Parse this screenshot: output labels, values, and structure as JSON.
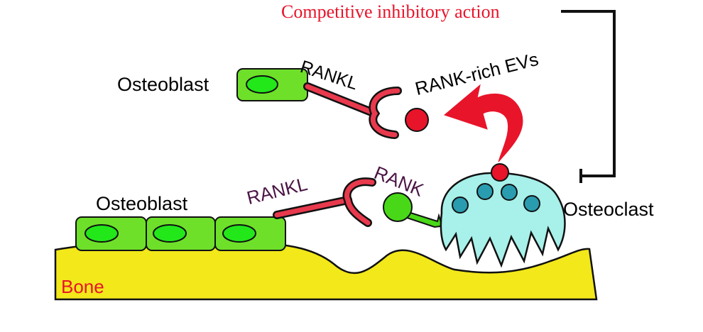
{
  "labels": {
    "title": "Competitive inhibitory action",
    "osteoblast_top": "Osteoblast",
    "rankl_top": "RANKL",
    "rank_rich_evs": "RANK-rich EVs",
    "osteoblast_bottom": "Osteoblast",
    "rankl_bottom": "RANKL",
    "rank": "RANK",
    "osteoclast": "Osteoclast",
    "bone": "Bone"
  },
  "colors": {
    "title_red": "#e8142a",
    "cell_green": "#6ee02a",
    "nucleus_green": "#22e81a",
    "receptor_red": "#e8394d",
    "rank_green": "#48d818",
    "vesicle_red": "#e8142a",
    "osteoclast_cyan": "#a8f0ea",
    "osteoclast_nucleus": "#2a9cb0",
    "bone_yellow": "#f2e81a",
    "label_purple": "#4a1544"
  },
  "icons": [
    "inhibition-bracket",
    "curved-red-arrow",
    "y-shaped-rankl-receptor",
    "lollipop-rank-receptor"
  ]
}
